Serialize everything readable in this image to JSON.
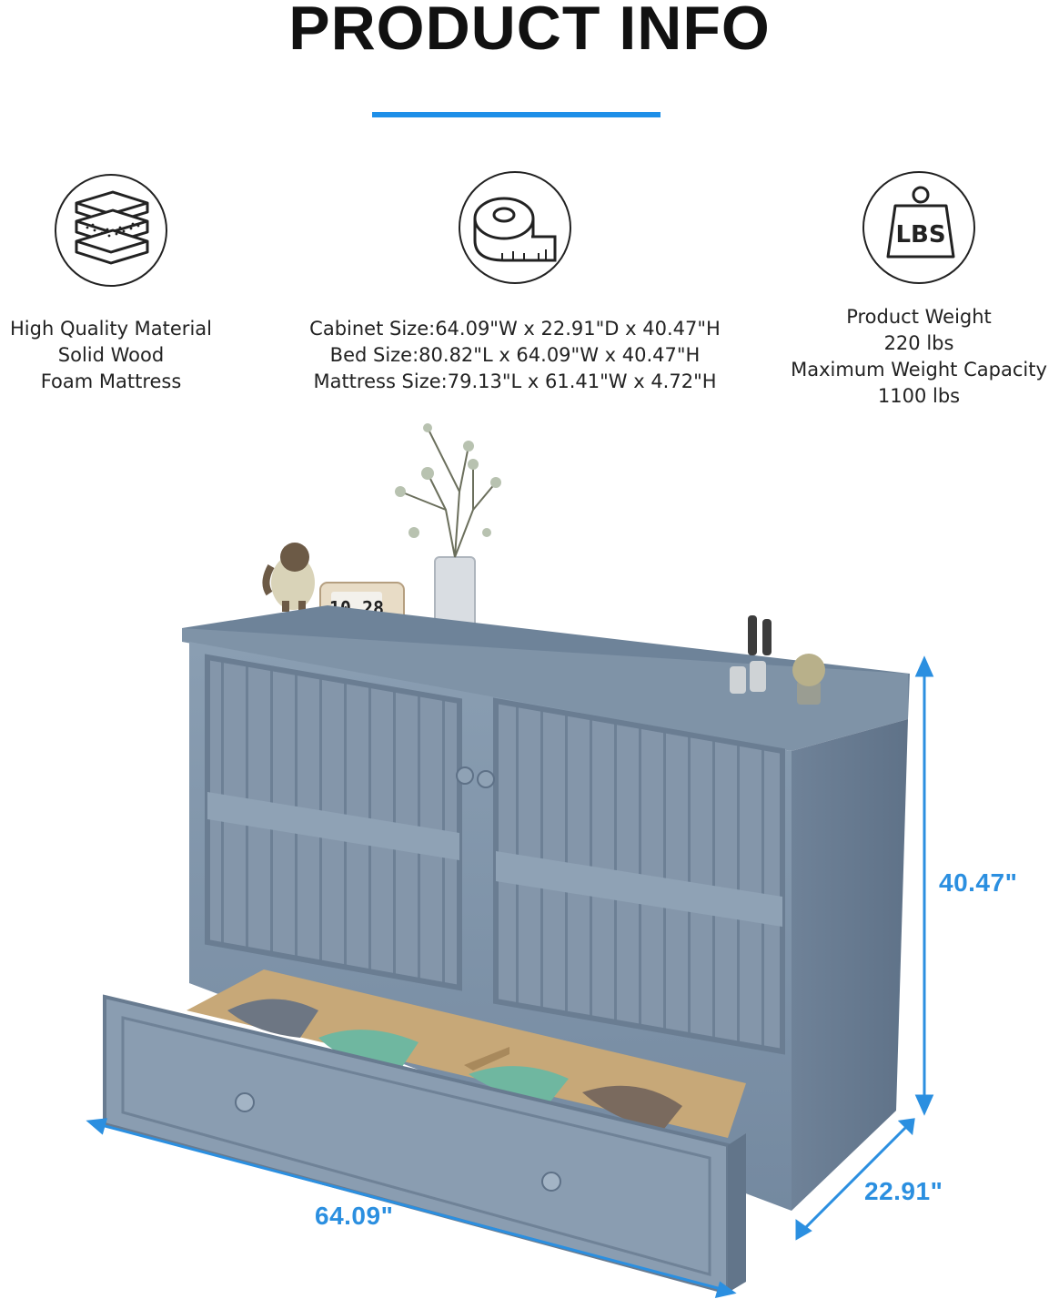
{
  "header": {
    "title": "PRODUCT INFO"
  },
  "features": [
    {
      "icon": "foam-layers-icon",
      "lines": [
        "High Quality Material",
        "Solid Wood",
        "Foam Mattress"
      ]
    },
    {
      "icon": "tape-measure-icon",
      "lines": [
        "Cabinet Size:64.09\"W x 22.91\"D x 40.47\"H",
        "Bed Size:80.82\"L x 64.09\"W x 40.47\"H",
        "Mattress Size:79.13\"L x 61.41\"W x 4.72\"H"
      ]
    },
    {
      "icon": "weight-lbs-icon",
      "icon_text": "LBS",
      "lines": [
        "Product Weight",
        "220 lbs",
        "Maximum Weight Capacity",
        "1100 lbs"
      ]
    }
  ],
  "product_image": {
    "clock_text": "10 28",
    "dimensions": {
      "width": "64.09\"",
      "depth": "22.91\"",
      "height": "40.47\""
    }
  },
  "colors": {
    "accent": "#1e8fe8",
    "dimension_label": "#2b8fe0",
    "cabinet": "#8094a8"
  }
}
